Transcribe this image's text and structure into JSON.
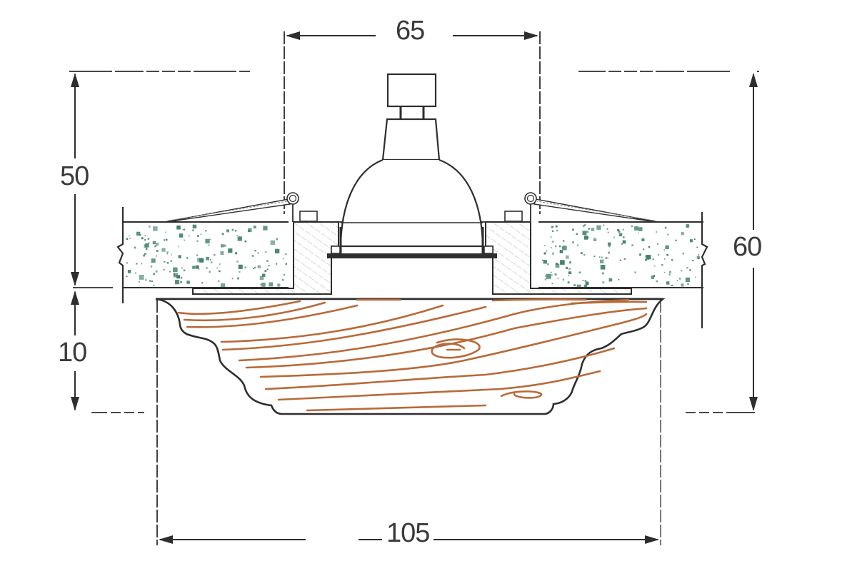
{
  "diagram": {
    "type": "recessed-downlight-installation-drawing",
    "colors": {
      "line": "#2e2e2e",
      "text": "#3a3a3a",
      "insulation_speckle": "#3f7f6a",
      "wood_grain": "#b86a38",
      "hatch": "#b8c4c0"
    },
    "dimensions": {
      "top_width": {
        "value": "65",
        "orientation": "horizontal"
      },
      "recess_depth": {
        "value": "50",
        "orientation": "vertical"
      },
      "flange_height": {
        "value": "10",
        "orientation": "vertical"
      },
      "total_height": {
        "value": "60",
        "orientation": "vertical"
      },
      "outer_diameter": {
        "value": "105",
        "orientation": "horizontal"
      }
    },
    "components": [
      {
        "name": "lamp-connector"
      },
      {
        "name": "reflector-lamp"
      },
      {
        "name": "spring-clips"
      },
      {
        "name": "ceiling-panel"
      },
      {
        "name": "metal-ring-housing"
      },
      {
        "name": "wooden-decorative-frame"
      }
    ]
  }
}
